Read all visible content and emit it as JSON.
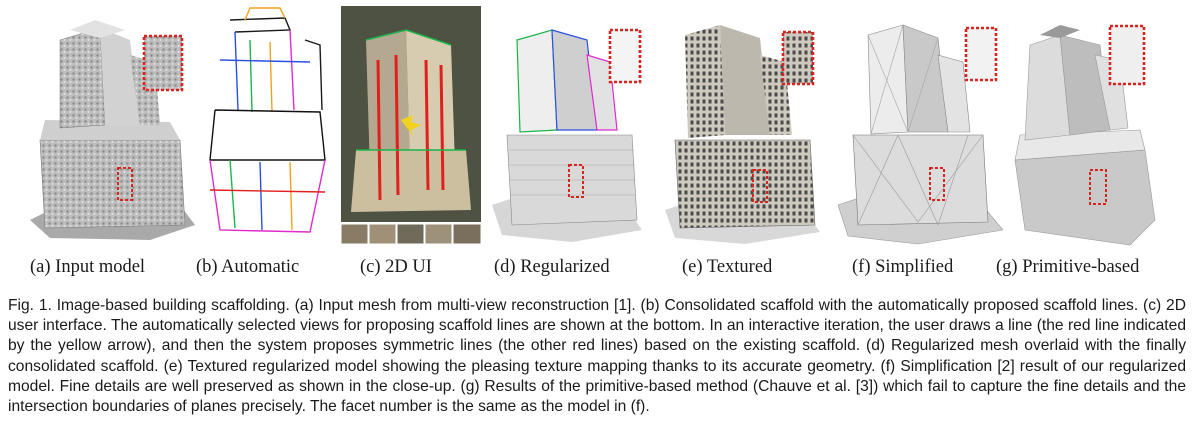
{
  "figure": {
    "subfigures": [
      {
        "id": "a",
        "label": "(a) Input model"
      },
      {
        "id": "b",
        "label": "(b) Automatic"
      },
      {
        "id": "c",
        "label": "(c) 2D UI"
      },
      {
        "id": "d",
        "label": "(d) Regularized"
      },
      {
        "id": "e",
        "label": "(e) Textured"
      },
      {
        "id": "f",
        "label": "(f) Simplified"
      },
      {
        "id": "g",
        "label": "(g) Primitive-based"
      }
    ],
    "caption": "Fig. 1. Image-based building scaffolding. (a) Input mesh from multi-view reconstruction [1]. (b) Consolidated scaffold with the automatically proposed scaffold lines. (c) 2D user interface. The automatically selected views for proposing scaffold lines are shown at the bottom. In an interactive iteration, the user draws a line (the red line indicated by the yellow arrow), and then the system proposes symmetric lines (the other red lines) based on the existing scaffold. (d) Regularized mesh overlaid with the finally consolidated scaffold. (e) Textured regularized model showing the pleasing texture mapping thanks to its accurate geometry. (f) Simplification [2] result of our regularized model. Fine details are well preserved as shown in the close-up. (g) Results of the primitive-based method (Chauve et al. [3]) which fail to capture the fine details and the intersection boundaries of planes precisely. The facet number is the same as the model in (f).",
    "colors": {
      "highlight_box": "#d8231f",
      "user_arrow": "#f2d21b",
      "scaffold_red": "#e0201c"
    }
  }
}
